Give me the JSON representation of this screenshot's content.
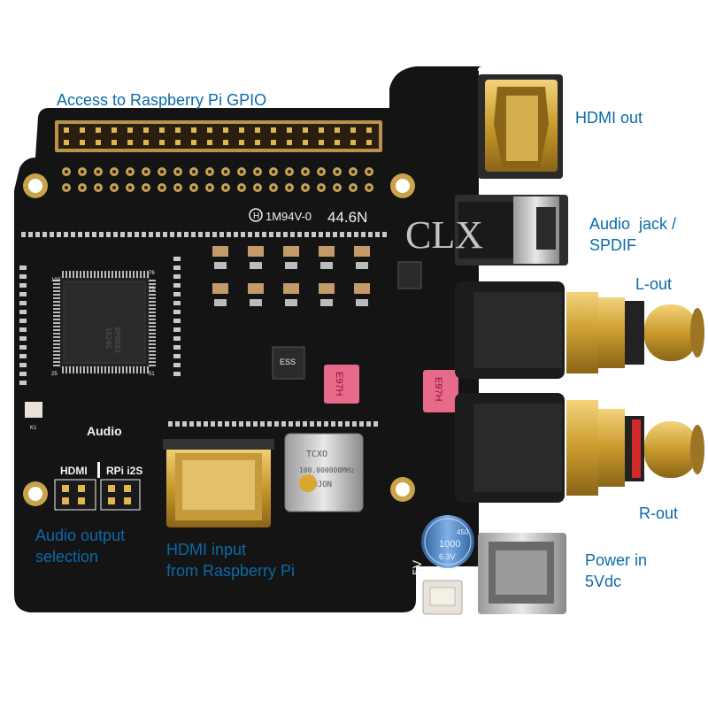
{
  "labels": {
    "gpio": "Access to Raspberry Pi GPIO",
    "hdmi_out": "HDMI out",
    "audio_jack": [
      "Audio  jack /",
      "SPDIF"
    ],
    "l_out": "L-out",
    "r_out": "R-out",
    "power_in": [
      "Power in",
      "5Vdc"
    ],
    "audio_output_selection": [
      "Audio output",
      "selection"
    ],
    "hdmi_input": [
      "HDMI input",
      "from Raspberry Pi"
    ]
  },
  "silkscreen": {
    "audio": "Audio",
    "hdmi": "HDMI",
    "rpi_i2s": "RPi i2S",
    "five_v": "5V",
    "board_code": "1M94V-0",
    "date_code": "44.6N",
    "watermark": "CLX",
    "tcxo": "TCXO",
    "tcxo_freq": "100.000000MHz",
    "tcxo_brand": "JOJON",
    "cap_rating": [
      "450",
      "1000",
      "6.3V"
    ],
    "film_cap": "E97H",
    "chip_lines": [
      "1624G",
      "DP8893"
    ],
    "ess": "ESS",
    "pin_76": "76",
    "pin_100": "100",
    "pin_75": "75",
    "pin_25": "25",
    "pin_51": "51",
    "k1": "K1"
  },
  "colors": {
    "pcb": "#141414",
    "label_blue": "#0b6aa8",
    "gold": "#c99a2e",
    "silk": "#f2f2f2",
    "film_cap_pink": "#e86a8a",
    "cap_blue": "#3f78b8"
  }
}
